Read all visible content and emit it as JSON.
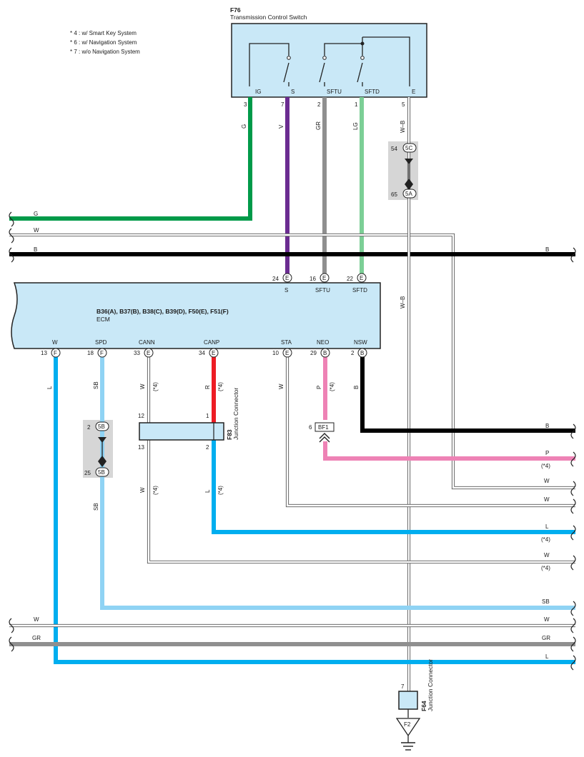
{
  "notes": [
    "* 4 : w/ Smart Key System",
    "* 6 : w/ Navigation System",
    "* 7 : w/o Navigation System"
  ],
  "colors": {
    "component_fill": "#c9e8f7",
    "G": "#009a49",
    "V": "#6b2c91",
    "GR": "#8f8f8f",
    "LG": "#7ccf96",
    "B": "#000000",
    "L": "#00aeef",
    "SB": "#8fd3f4",
    "R": "#ed1c24",
    "P": "#ee82b5",
    "W": "#ffffff"
  },
  "f76": {
    "code": "F76",
    "name": "Transmission Control Switch",
    "terminals": [
      "IG",
      "S",
      "SFTU",
      "SFTD",
      "E"
    ],
    "pins": [
      "3",
      "7",
      "2",
      "1",
      "5"
    ],
    "wires": [
      "G",
      "V",
      "GR",
      "LG",
      "W–B"
    ]
  },
  "joint_5": {
    "pin_top": "54",
    "conn_top": "5C",
    "pin_bottom": "65",
    "conn_bottom": "5A"
  },
  "ecm": {
    "connectors": "B36(A), B37(B), B38(C), B39(D), F50(E), F51(F)",
    "name": "ECM",
    "top_pins": [
      {
        "pin": "24",
        "conn": "E",
        "label": "S"
      },
      {
        "pin": "16",
        "conn": "E",
        "label": "SFTU"
      },
      {
        "pin": "22",
        "conn": "E",
        "label": "SFTD"
      }
    ],
    "bottom_pins": [
      {
        "pin": "13",
        "conn": "F",
        "label": "W"
      },
      {
        "pin": "18",
        "conn": "F",
        "label": "SPD"
      },
      {
        "pin": "33",
        "conn": "E",
        "label": "CANN"
      },
      {
        "pin": "34",
        "conn": "E",
        "label": "CANP"
      },
      {
        "pin": "10",
        "conn": "E",
        "label": "STA"
      },
      {
        "pin": "29",
        "conn": "B",
        "label": "NEO"
      },
      {
        "pin": "2",
        "conn": "B",
        "label": "NSW"
      }
    ],
    "ground_wire": "W–B"
  },
  "left_wires": [
    "G",
    "W",
    "B"
  ],
  "right_top": "B",
  "bottom_wire_labels": {
    "w": "L",
    "spd": "SB",
    "cann": "W",
    "cann_note": "(*4)",
    "canp": "R",
    "canp_note": "(*4)",
    "sta": "W",
    "neo": "P",
    "neo_note": "(*4)",
    "nsw": "B"
  },
  "joint_5b": {
    "pin_top": "2",
    "conn_top": "5B",
    "pin_bottom": "25",
    "conn_bottom": "5B"
  },
  "f83": {
    "code": "F83",
    "name": "Junction Connector",
    "pins": [
      "12",
      "1",
      "13",
      "2"
    ]
  },
  "bf1": {
    "pin": "6",
    "conn": "BF1"
  },
  "lower_labels": {
    "spd": "SB",
    "cann": "W",
    "cann_note": "(*4)",
    "canp": "L",
    "canp_note": "(*4)"
  },
  "right_exits": [
    {
      "label": "B",
      "note": ""
    },
    {
      "label": "P",
      "note": "(*4)"
    },
    {
      "label": "W",
      "note": ""
    },
    {
      "label": "W",
      "note": ""
    },
    {
      "label": "L",
      "note": "(*4)"
    },
    {
      "label": "W",
      "note": "(*4)"
    },
    {
      "label": "SB",
      "note": ""
    },
    {
      "label": "W",
      "note": ""
    },
    {
      "label": "GR",
      "note": ""
    },
    {
      "label": "L",
      "note": ""
    }
  ],
  "left_bottom": [
    "W",
    "GR"
  ],
  "f64": {
    "code": "F64",
    "name": "Junction Connector",
    "pin": "7",
    "ground": "F2"
  }
}
